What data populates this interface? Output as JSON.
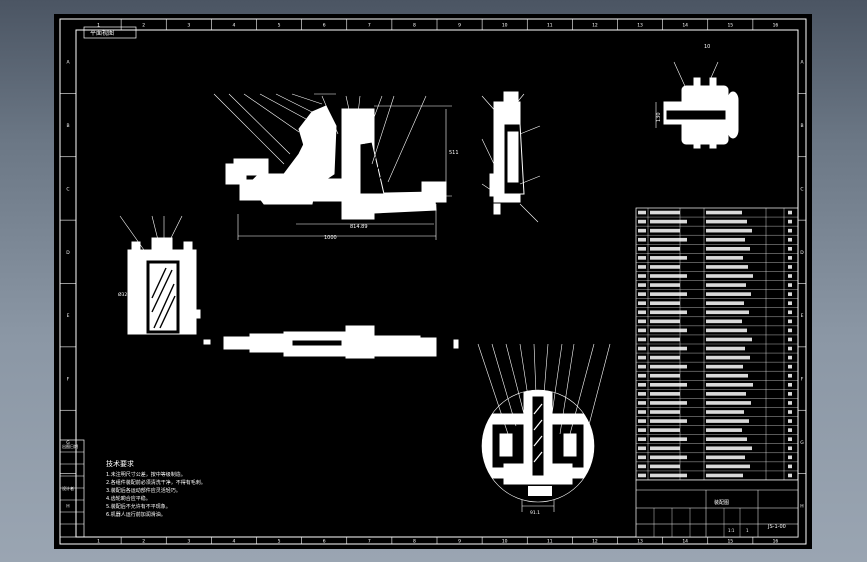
{
  "drawing": {
    "corner_tag": "平面视图",
    "top_label": "10",
    "col_labels": [
      "1",
      "2",
      "3",
      "4",
      "5",
      "6",
      "7",
      "8",
      "9",
      "10",
      "11",
      "12",
      "13",
      "14",
      "15",
      "16"
    ],
    "row_labels": [
      "A",
      "B",
      "C",
      "D",
      "E",
      "F",
      "G",
      "H"
    ],
    "dims": {
      "overall_length": "1000",
      "span": "814.89",
      "height": "511",
      "small_a": "130",
      "small_b": "91.1",
      "bore": "Ø32"
    },
    "notes_title": "技术要求",
    "notes": [
      "1.未注明尺寸公差，按中等级制造。",
      "2.各组件装配前必须清洗干净，不得有毛刺。",
      "3.装配后各运动部件应灵活轻巧。",
      "4.齿轮啲合应平稳。",
      "5.装配后不允许有不平现象。",
      "6.机器人运行前加润滑油。"
    ],
    "left_table": [
      "出图日期",
      "",
      "",
      "",
      "设计者",
      "",
      "",
      ""
    ],
    "bom_rows": 30,
    "title_block": {
      "drawing_no": "JS-1-00",
      "material": "装配图",
      "scale": "1:1",
      "sheets": "1"
    }
  }
}
